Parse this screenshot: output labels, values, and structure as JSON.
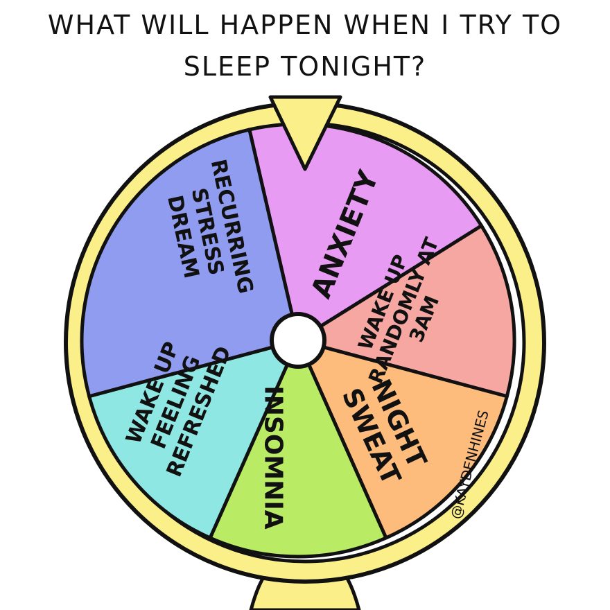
{
  "title_lines": [
    "WHAT WILL HAPPEN WHEN I TRY TO",
    "SLEEP TONIGHT?"
  ],
  "wheel": {
    "segments": [
      {
        "lines": [
          "ANXIETY"
        ],
        "color": "#E89BF2"
      },
      {
        "lines": [
          "WAKE UP",
          "RANDOMLY AT",
          "3AM"
        ],
        "color": "#F6A7A2"
      },
      {
        "lines": [
          "NIGHT",
          "SWEAT"
        ],
        "color": "#FDBB7C"
      },
      {
        "lines": [
          "INSOMNIA"
        ],
        "color": "#B9EB64"
      },
      {
        "lines": [
          "WAKE UP",
          "FEELING",
          "REFRESHED"
        ],
        "color": "#8EE7E2"
      },
      {
        "lines": [
          "RECURRING",
          "STRESS",
          "DREAM"
        ],
        "color": "#8F9CF0"
      }
    ],
    "rim_color": "#FBEF8A",
    "hub_color": "#FFFFFF",
    "pointer_color": "#FBEF8A",
    "stand_color": "#FBEF8A",
    "outline_color": "#111111"
  },
  "credit": "@KAYDENHINES"
}
